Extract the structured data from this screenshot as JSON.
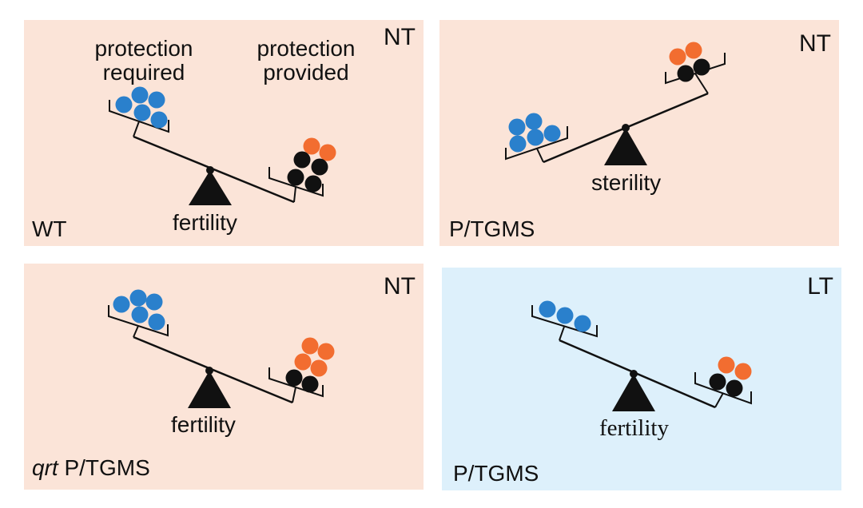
{
  "colors": {
    "nt_background": "#fbe4d8",
    "lt_background": "#ddf0fb",
    "protection_required": "#2a80cc",
    "protection_provided_outer": "#f26d30",
    "protection_provided_inner": "#111111",
    "beam": "#111111"
  },
  "headers": {
    "protection_required": "protection\nrequired",
    "protection_provided": "protection\nprovided"
  },
  "panels": [
    {
      "id": "wt-nt",
      "condition": "NT",
      "genotype": "WT",
      "state": "fertility",
      "tilt": "down-right",
      "left_pan": {
        "blue_count": 5
      },
      "right_pan": {
        "orange_count": 2,
        "black_count": 4
      }
    },
    {
      "id": "ptgms-nt",
      "condition": "NT",
      "genotype": "P/TGMS",
      "state": "sterility",
      "tilt": "up-right",
      "left_pan": {
        "blue_count": 5
      },
      "right_pan": {
        "orange_count": 2,
        "black_count": 2
      }
    },
    {
      "id": "qrt-ptgms-nt",
      "condition": "NT",
      "genotype_prefix": "qrt",
      "genotype": "P/TGMS",
      "state": "fertility",
      "tilt": "down-right",
      "left_pan": {
        "blue_count": 5
      },
      "right_pan": {
        "orange_count": 4,
        "black_count": 2
      }
    },
    {
      "id": "ptgms-lt",
      "condition": "LT",
      "genotype": "P/TGMS",
      "state": "fertility",
      "tilt": "down-right",
      "left_pan": {
        "blue_count": 3
      },
      "right_pan": {
        "orange_count": 2,
        "black_count": 2
      }
    }
  ]
}
